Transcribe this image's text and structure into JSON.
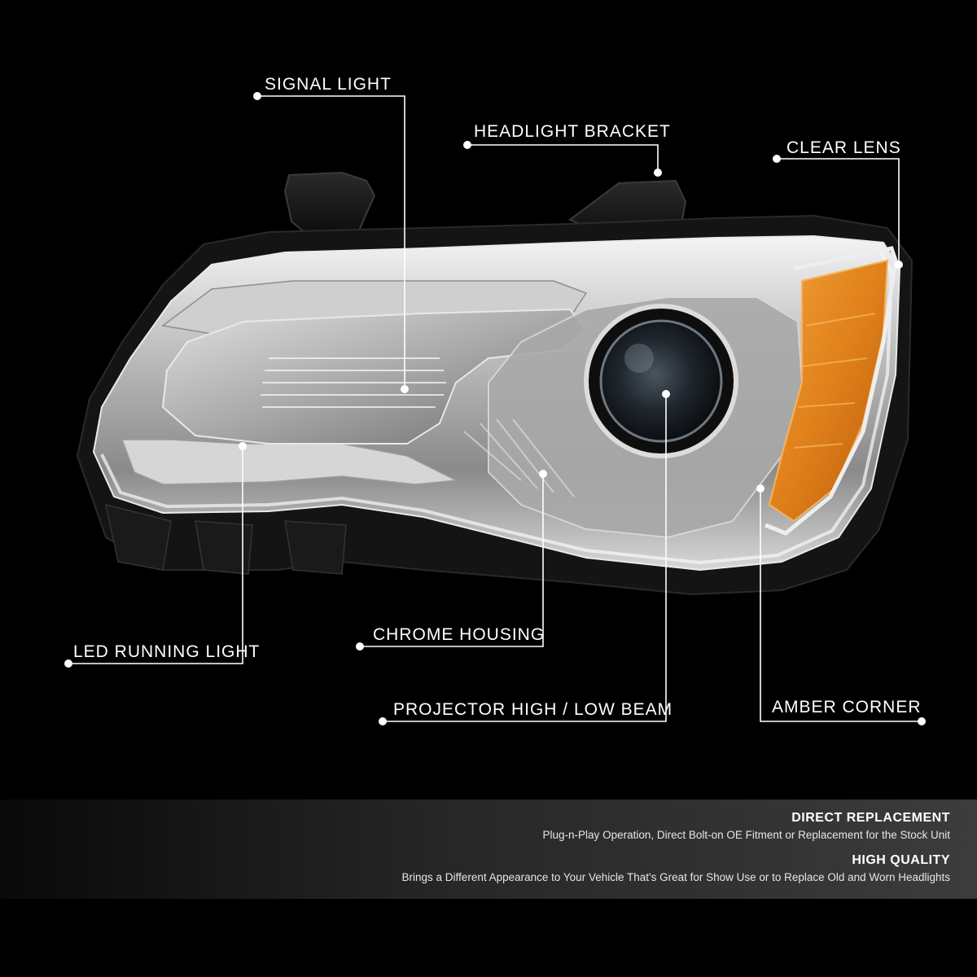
{
  "callouts": {
    "signal_light": "SIGNAL LIGHT",
    "headlight_bracket": "HEADLIGHT BRACKET",
    "clear_lens": "CLEAR LENS",
    "led_running_light": "LED RUNNING LIGHT",
    "chrome_housing": "CHROME HOUSING",
    "projector_beam": "PROJECTOR HIGH / LOW BEAM",
    "amber_corner": "AMBER CORNER"
  },
  "features": [
    {
      "title": "DIRECT REPLACEMENT",
      "description": "Plug-n-Play Operation, Direct Bolt-on OE Fitment or Replacement for the Stock Unit"
    },
    {
      "title": "HIGH QUALITY",
      "description": "Brings a Different Appearance to Your Vehicle That's Great for Show Use or to Replace Old and Worn Headlights"
    }
  ],
  "colors": {
    "background": "#000000",
    "chrome": "#c8c8c8",
    "amber": "#e8861c",
    "callout_line": "#ffffff"
  }
}
